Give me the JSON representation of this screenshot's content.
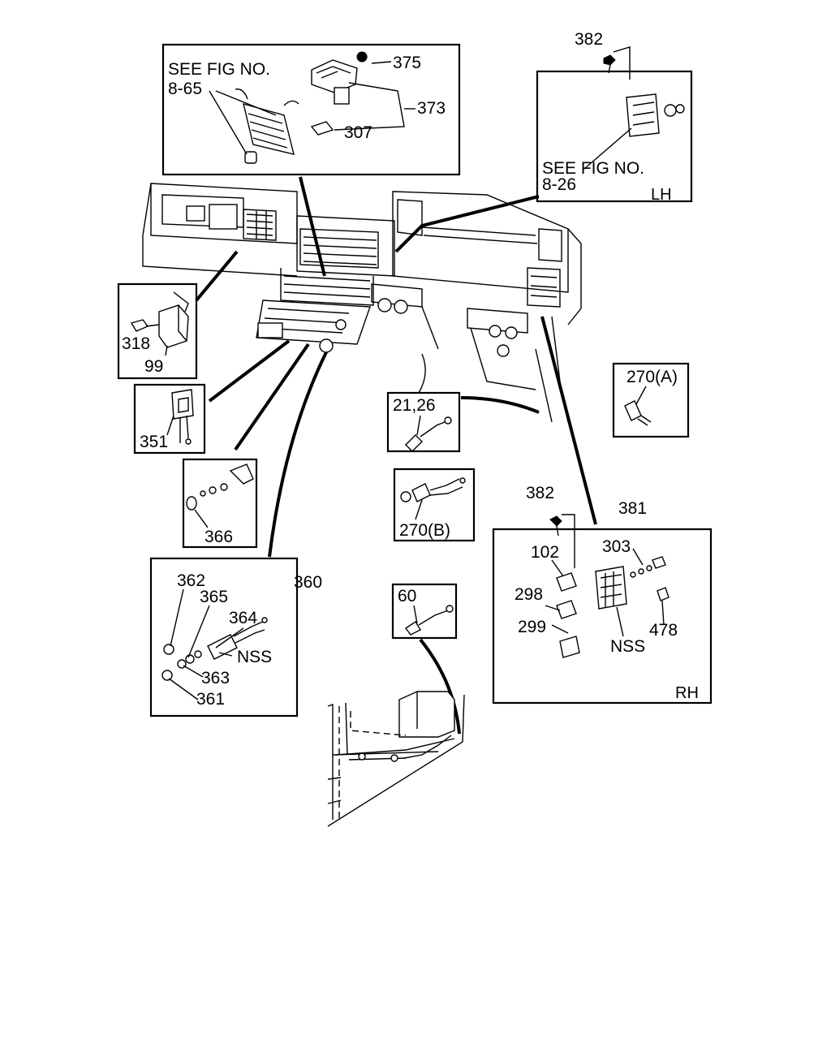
{
  "labels": {
    "see_fig_top": "SEE FIG NO.",
    "fig_8_65": "8-65",
    "p375": "375",
    "p373": "373",
    "p307": "307",
    "p382_top": "382",
    "see_fig_lh": "SEE FIG NO.",
    "fig_8_26": "8-26",
    "lh": "LH",
    "p318": "318",
    "p99": "99",
    "p351": "351",
    "p366": "366",
    "p270a": "270(A)",
    "p2126": "21,26",
    "p270b": "270(B)",
    "p382_rh": "382",
    "p381": "381",
    "p303": "303",
    "p102": "102",
    "p298": "298",
    "p299": "299",
    "p478": "478",
    "nss_rh": "NSS",
    "rh": "RH",
    "p360": "360",
    "p362": "362",
    "p365": "365",
    "p364": "364",
    "nss_left": "NSS",
    "p363": "363",
    "p361": "361",
    "p60": "60"
  }
}
